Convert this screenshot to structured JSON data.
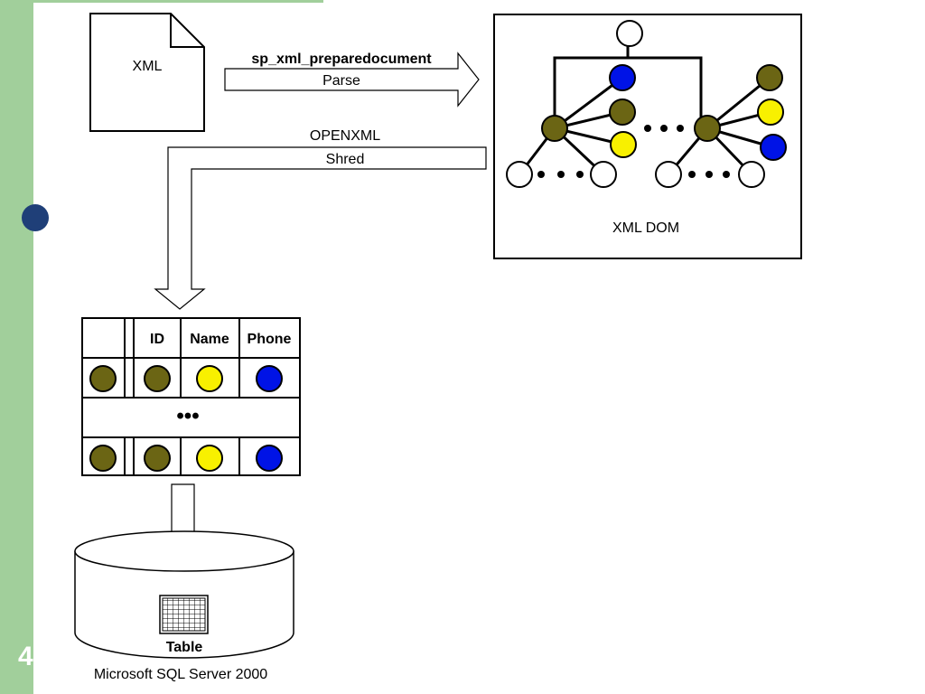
{
  "slide": {
    "page_number": "4",
    "accent_color": "#a1cf9b",
    "bullet_color": "#1f3f78"
  },
  "diagram": {
    "xml_doc": {
      "label": "XML"
    },
    "parse_arrow": {
      "top_label": "sp_xml_preparedocument",
      "bottom_label": "Parse"
    },
    "openxml_arrow": {
      "top_label": "OPENXML",
      "bottom_label": "Shred"
    },
    "dom": {
      "label": "XML DOM"
    },
    "table": {
      "headers": [
        "",
        "ID",
        "Name",
        "Phone"
      ],
      "row_colors": [
        "olive",
        "olive",
        "yellow",
        "blue"
      ],
      "ellipsis": "•••"
    },
    "database": {
      "icon_name": "table-grid-icon",
      "icon_label": "Table",
      "caption": "Microsoft SQL Server 2000"
    },
    "node_colors": {
      "olive": "#6b6514",
      "yellow": "#f8f000",
      "blue": "#0013e6",
      "white": "#ffffff"
    }
  }
}
